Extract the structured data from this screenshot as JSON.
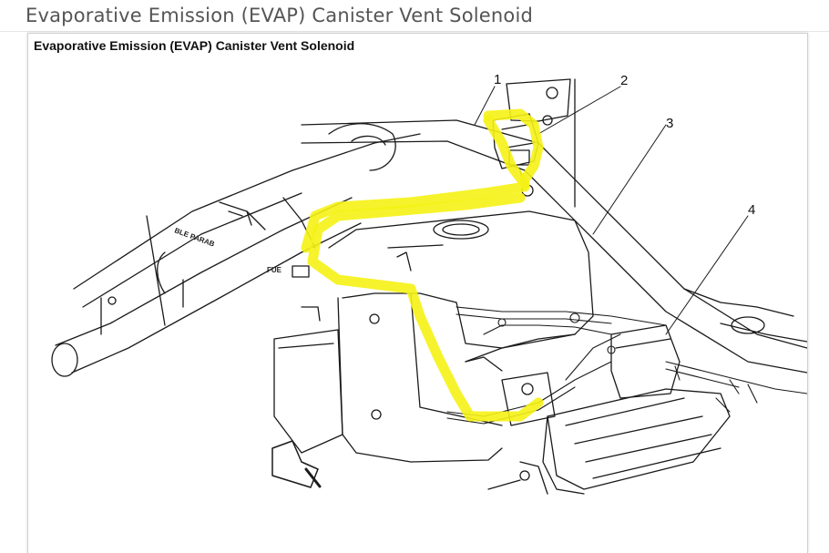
{
  "page": {
    "title": "Evaporative Emission (EVAP) Canister Vent Solenoid"
  },
  "figure": {
    "caption": "Evaporative Emission (EVAP) Canister Vent Solenoid",
    "callouts": [
      "1",
      "2",
      "3",
      "4"
    ],
    "labels": {
      "part_stamp": "BLE PARAB",
      "fuel_stamp": "FUE"
    },
    "highlight_color": "#f5f215",
    "line_color": "#1a1a1a"
  }
}
